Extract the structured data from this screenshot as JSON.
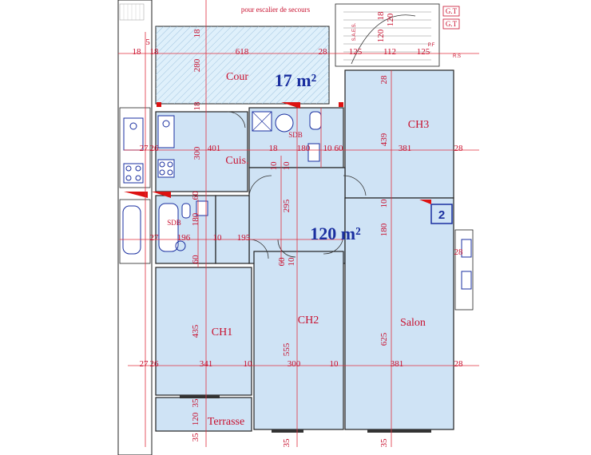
{
  "header_note": "pour escalier de secours",
  "areas": {
    "cour": "17 m²",
    "apartment": "120 m²"
  },
  "rooms": {
    "cour": "Cour",
    "cuisine": "Cuis.",
    "sdb_top": "SDB",
    "sdb_left": "SDB",
    "ch1": "CH1",
    "ch2": "CH2",
    "ch3": "CH3",
    "salon": "Salon",
    "terrasse": "Terrasse"
  },
  "unit_badge": "2",
  "stair_labels": [
    "G.T",
    "G.T",
    "P.F",
    "R.S",
    "S.A.E.S."
  ],
  "dims": {
    "top_row": [
      "18",
      "5",
      "18",
      "618",
      "28",
      "125",
      "112",
      "125"
    ],
    "cour_vert": [
      "280",
      "18",
      "18"
    ],
    "row_27": [
      "27",
      "26",
      "401",
      "18",
      "180",
      "10",
      "60",
      "381",
      "28"
    ],
    "middle": [
      "300",
      "295",
      "10",
      "439",
      "28",
      "10",
      "180"
    ],
    "row_196": [
      "27",
      "196",
      "10",
      "195"
    ],
    "left_vert": [
      "180",
      "60",
      "60",
      "10",
      "60",
      "10",
      "28"
    ],
    "ch_row": [
      "27",
      "26",
      "341",
      "10",
      "300",
      "10",
      "381",
      "28"
    ],
    "ch_vert": [
      "435",
      "555",
      "625"
    ],
    "bottom": [
      "120",
      "35",
      "35",
      "35",
      "35"
    ],
    "stair_vert": [
      "18",
      "120",
      "120"
    ]
  }
}
